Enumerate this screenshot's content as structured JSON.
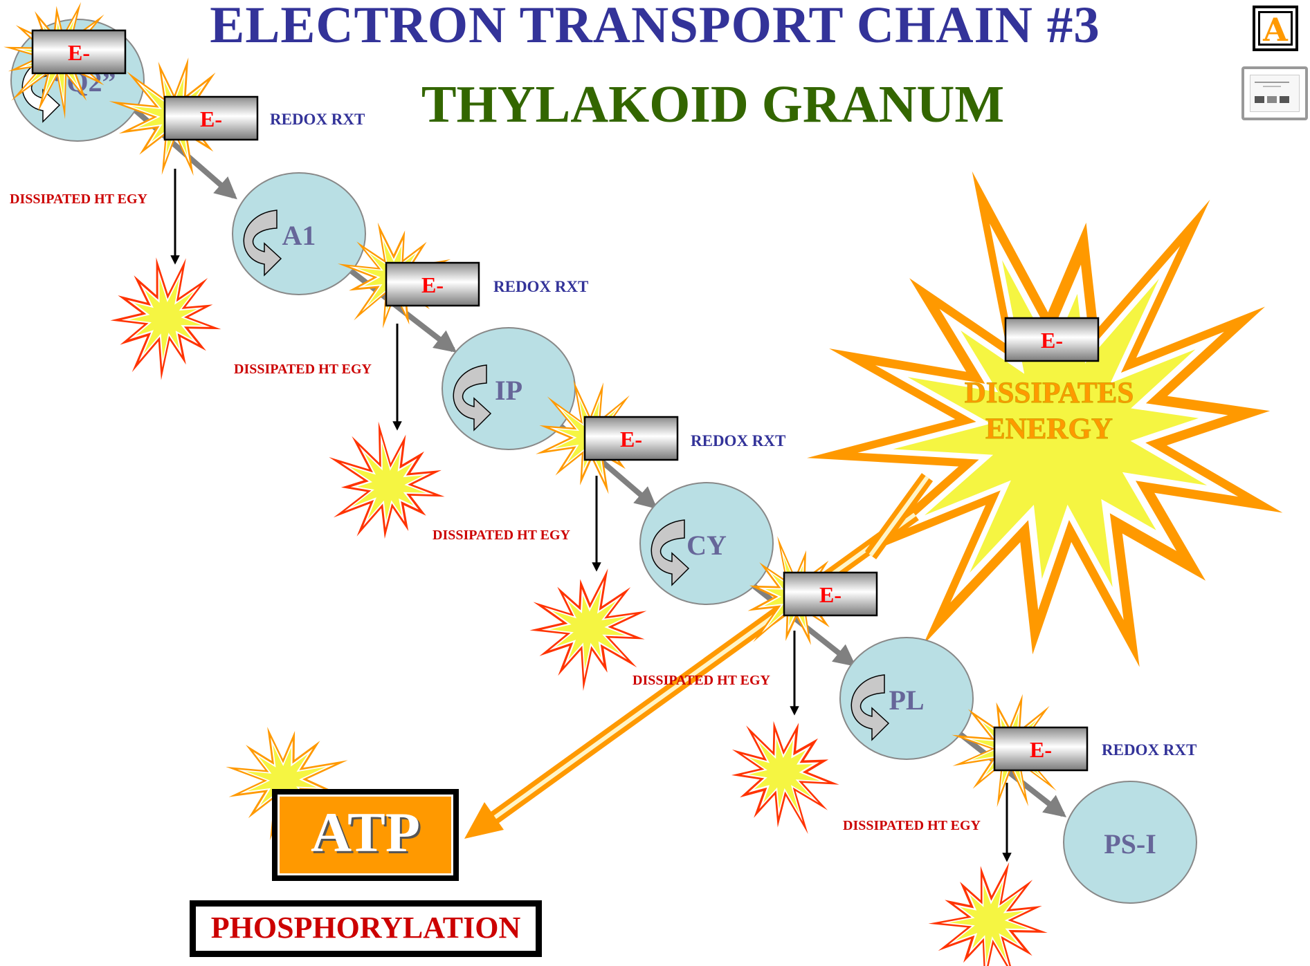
{
  "title": "ELECTRON TRANSPORT CHAIN #3",
  "subtitle": "THYLAKOID GRANUM",
  "nav": {
    "letter_button": "A",
    "thumbnail_icon": "slide-thumbnail-icon"
  },
  "carriers": [
    {
      "label": "“Q2”"
    },
    {
      "label": "A1"
    },
    {
      "label": "IP"
    },
    {
      "label": "CY"
    },
    {
      "label": "PL"
    },
    {
      "label": "PS-I"
    }
  ],
  "electron_label": "E-",
  "redox_label": "REDOX RXT",
  "dissipated_label": "DISSIPATED HT EGY",
  "big_star": {
    "line1": "DISSIPATES",
    "line2": "ENERGY"
  },
  "atp_label": "ATP",
  "phosphorylation_label": "PHOSPHORYLATION",
  "colors": {
    "title": "#333399",
    "subtitle": "#336600",
    "circle_fill": "#b9dfe4",
    "carrier_text": "#666699",
    "electron_text": "#ff0000",
    "redox": "#333399",
    "dissipated": "#cc0000",
    "star_fill": "#f5f542",
    "star_border": "#ff9900",
    "atp_fill": "#ff9900"
  }
}
